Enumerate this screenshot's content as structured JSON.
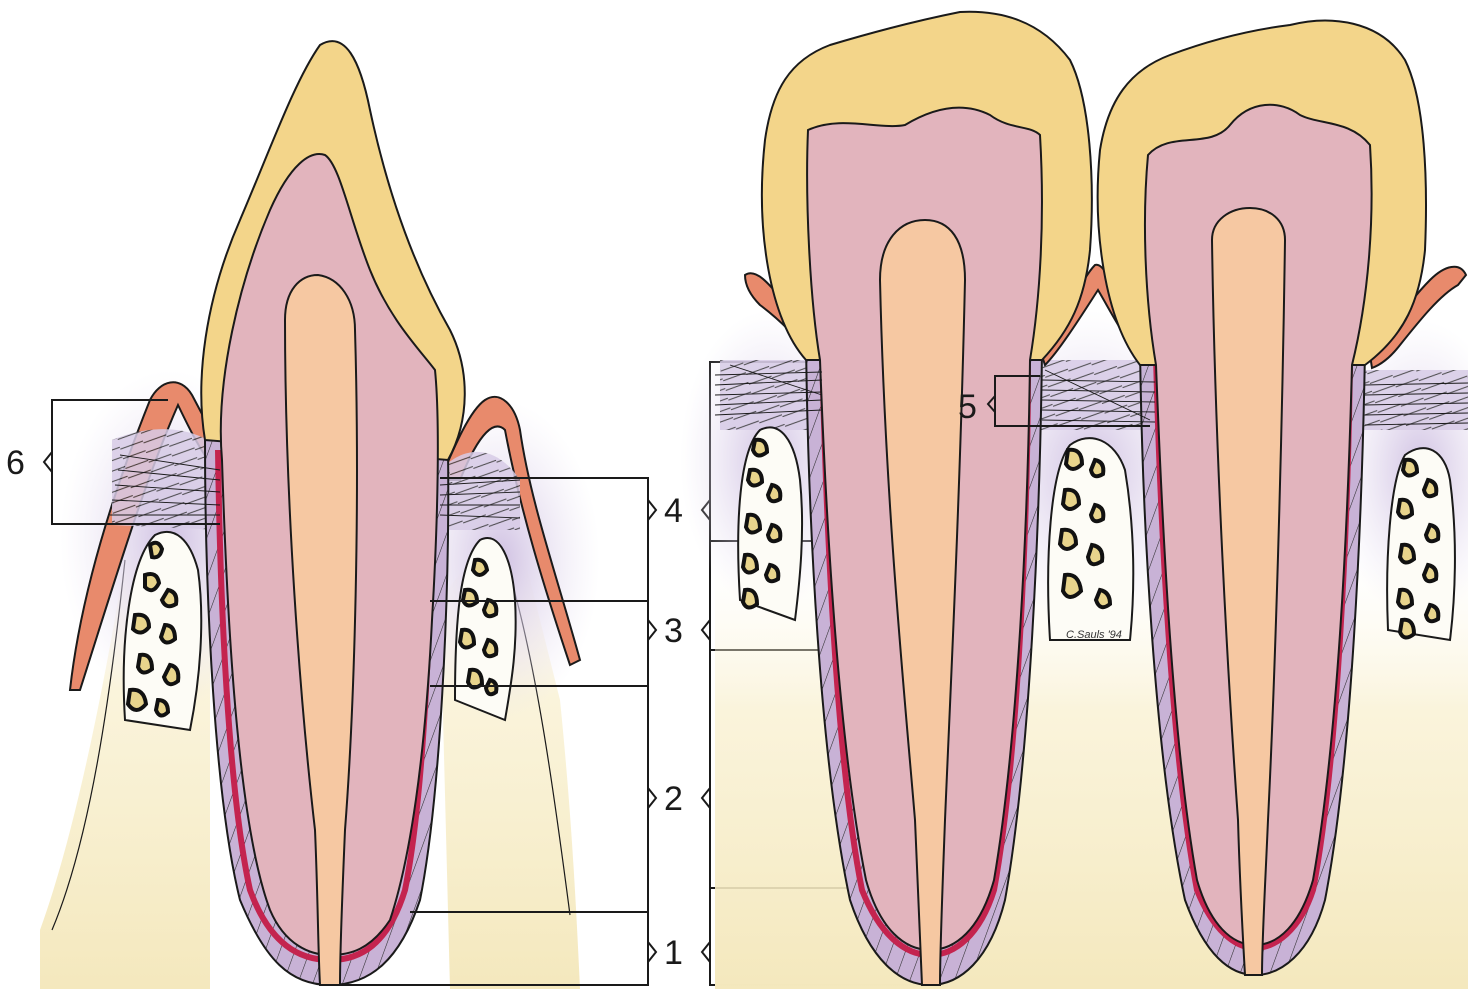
{
  "labels": {
    "l1": "1",
    "l2": "2",
    "l3": "3",
    "l4": "4",
    "l5": "5",
    "l6": "6"
  },
  "signature": "C.Sauls '94",
  "colors": {
    "enamel": "#f3d58a",
    "dentin": "#e2b4bd",
    "pulp": "#f6c8a2",
    "cementum": "#c8b2d6",
    "pdl": "#c4244f",
    "gingiva": "#e88a6c",
    "bone": "#f4e8bd",
    "marrow": "#e8d48c",
    "tissue": "#ddd2ea"
  }
}
